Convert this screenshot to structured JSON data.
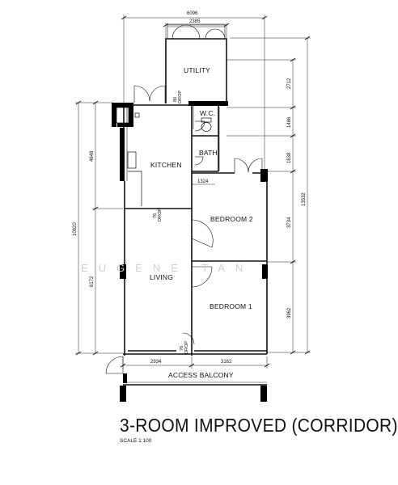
{
  "plan": {
    "title": "3-ROOM IMPROVED (CORRIDOR)",
    "scale": "SCALE 1:100",
    "watermark": "EUGENE TAN",
    "rooms": {
      "utility": "UTILITY",
      "wc": "W.C.",
      "bath": "BATH",
      "kitchen": "KITCHEN",
      "bedroom2": "BEDROOM 2",
      "living": "LIVING",
      "bedroom1": "BEDROOM 1",
      "access_balcony": "ACCESS BALCONY"
    },
    "drop_labels": {
      "utility_drop_num": "80",
      "utility_drop": "DROP",
      "kitchen_drop_num": "76",
      "kitchen_drop": "DROP",
      "living_drop_num": "76",
      "living_drop": "DROP"
    },
    "dimensions": {
      "overall_width": "6096",
      "utility_width": "2385",
      "overall_height": "13532",
      "left_height": "10820",
      "kitchen_height": "4648",
      "living_height": "6172",
      "utility_height": "2712",
      "wc_height": "1486",
      "bath_height": "1638",
      "bedroom2_height": "3734",
      "bedroom1_height": "3962",
      "bedroom2_gap": "1324",
      "living_width": "2934",
      "bedroom1_width": "3162"
    }
  }
}
